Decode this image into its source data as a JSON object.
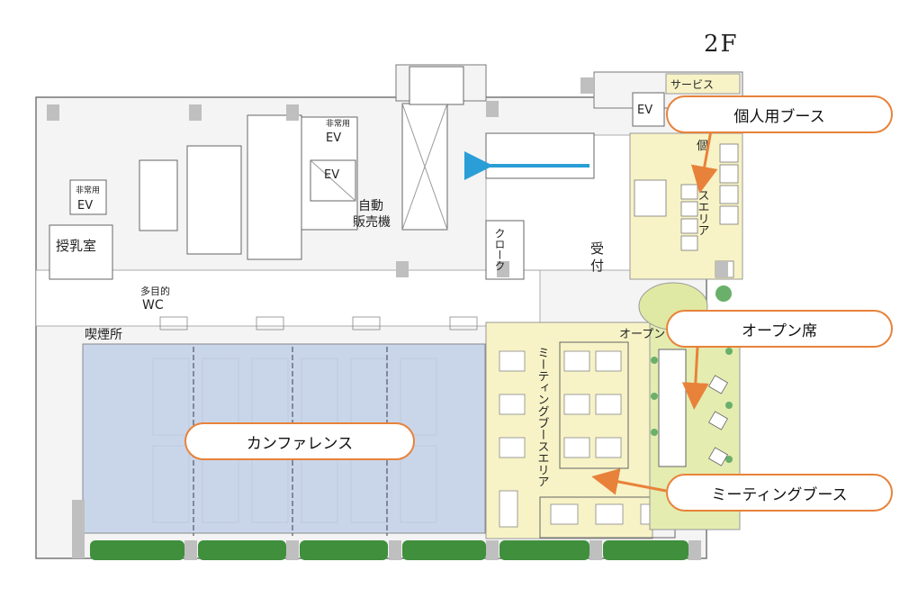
{
  "floor_label": "2F",
  "room_labels": {
    "ev_emergency_small": "非常用",
    "ev": "EV",
    "vending_line1": "自動",
    "vending_line2": "販売機",
    "nursing": "授乳室",
    "multipurpose_line1": "多目的",
    "multipurpose_line2": "WC",
    "smoking": "喫煙所",
    "cloak": "クローク",
    "reception_line1": "受",
    "reception_line2": "付",
    "service": "サービス",
    "open_partial": "オープン",
    "meeting_area_vertical": "ミーティングブースエリア",
    "individual_area_vertical": "スエリア",
    "individual_partial": "個"
  },
  "callouts": {
    "individual_booth": "個人用ブース",
    "open_seating": "オープン席",
    "conference": "カンファレンス",
    "meeting_booth": "ミーティングブース"
  },
  "colors": {
    "conference_fill": "#c9d6ea",
    "meeting_fill": "#f7f3c6",
    "open_fill": "#e4ecb0",
    "individual_fill": "#f7f3c6",
    "hedge": "#3f8f3c",
    "callout_border": "#e8823a",
    "arrow_orange": "#e8823a",
    "arrow_blue": "#2a9ed6"
  }
}
